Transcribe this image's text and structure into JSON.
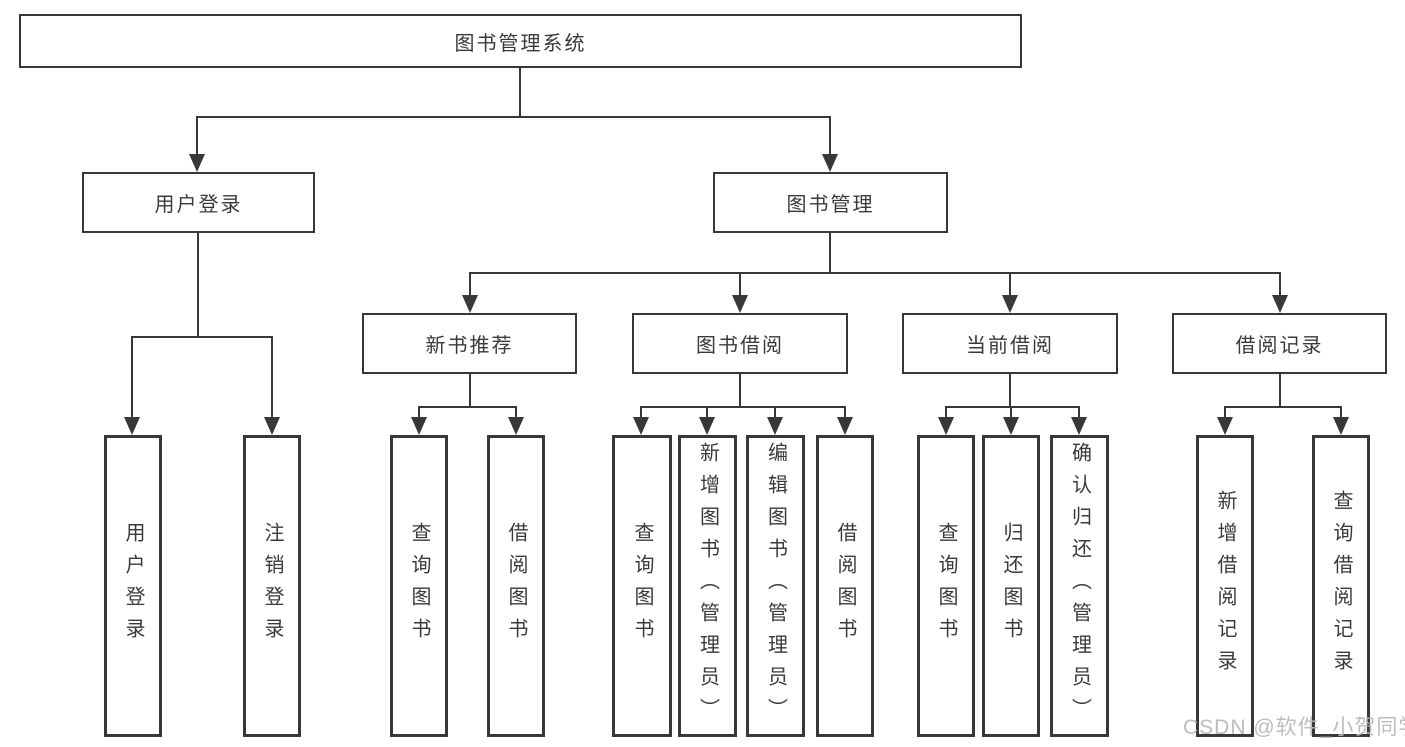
{
  "diagram_title": "图书管理系统",
  "nodes": {
    "root": {
      "label": "图书管理系统"
    },
    "user_login_group": {
      "label": "用户登录"
    },
    "book_management": {
      "label": "图书管理"
    },
    "new_book_recommend": {
      "label": "新书推荐"
    },
    "book_borrow": {
      "label": "图书借阅"
    },
    "current_borrow": {
      "label": "当前借阅"
    },
    "borrow_records": {
      "label": "借阅记录"
    },
    "leaf_user_login": {
      "label": "用户登录"
    },
    "leaf_logout": {
      "label": "注销登录"
    },
    "leaf_query_book_rec": {
      "label": "查询图书"
    },
    "leaf_borrow_book_rec": {
      "label": "借阅图书"
    },
    "leaf_query_book_borrow": {
      "label": "查询图书"
    },
    "leaf_add_book": {
      "label": "新增图书（管理员）"
    },
    "leaf_edit_book": {
      "label": "编辑图书（管理员）"
    },
    "leaf_borrow_book_borrow": {
      "label": "借阅图书"
    },
    "leaf_query_book_current": {
      "label": "查询图书"
    },
    "leaf_return_book": {
      "label": "归还图书"
    },
    "leaf_confirm_return": {
      "label": "确认归还（管理员）"
    },
    "leaf_add_record": {
      "label": "新增借阅记录"
    },
    "leaf_query_record": {
      "label": "查询借阅记录"
    }
  },
  "watermark": {
    "text": "CSDN @软件_小贺同学"
  },
  "colors": {
    "line": "#383838",
    "text": "#3a3a3a",
    "watermark": "#b9b9b9",
    "background": "#ffffff"
  }
}
